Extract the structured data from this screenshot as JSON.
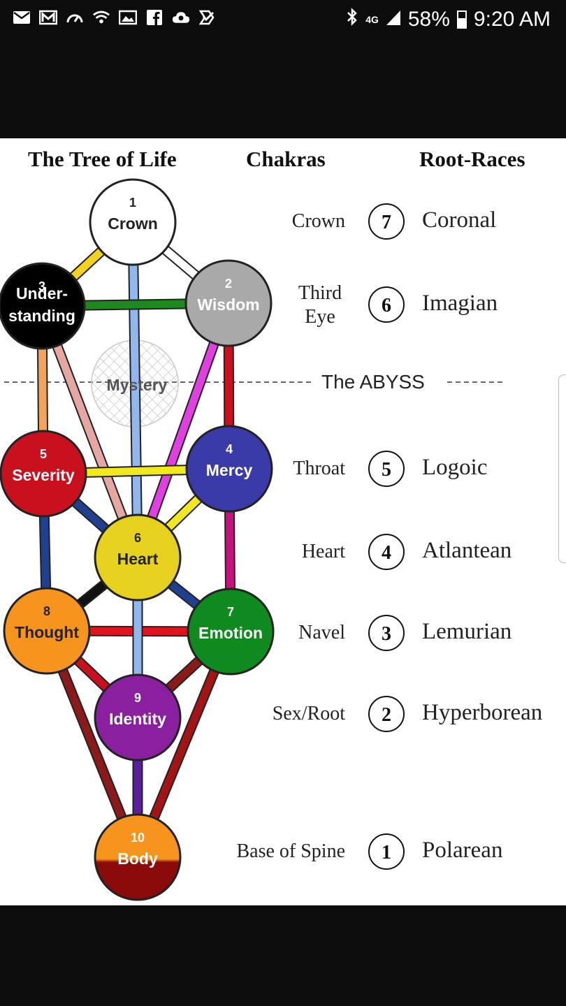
{
  "status_bar": {
    "left_icons": [
      "mail-icon",
      "gmail-icon",
      "speedometer-icon",
      "wifi-icon",
      "image-icon",
      "facebook-icon",
      "cloud-icon",
      "check-icon"
    ],
    "network": "4G",
    "battery": "58%",
    "battery_level": 0.58,
    "time": "9:20 AM"
  },
  "diagram": {
    "headers": {
      "tree": "The Tree of Life",
      "chakras": "Chakras",
      "races": "Root-Races"
    },
    "sephiroth": [
      {
        "num": "1",
        "lines": [
          "Crown"
        ],
        "color": "#ffffff",
        "text_color": "#222222"
      },
      {
        "num": "2",
        "lines": [
          "Wisdom"
        ],
        "color": "#a9a9a9",
        "text_color": "#ffffff"
      },
      {
        "num": "3",
        "lines": [
          "Under-",
          "standing"
        ],
        "color": "#000000",
        "text_color": "#ffffff"
      },
      {
        "num": "5",
        "lines": [
          "Severity"
        ],
        "color": "#c8101e",
        "text_color": "#ffffff"
      },
      {
        "num": "4",
        "lines": [
          "Mercy"
        ],
        "color": "#3a3aa8",
        "text_color": "#ffffff"
      },
      {
        "num": "6",
        "lines": [
          "Heart"
        ],
        "color": "#e6d21e",
        "text_color": "#222222"
      },
      {
        "num": "8",
        "lines": [
          "Thought"
        ],
        "color": "#f7941d",
        "text_color": "#222222"
      },
      {
        "num": "7",
        "lines": [
          "Emotion"
        ],
        "color": "#0f8a1e",
        "text_color": "#ffffff"
      },
      {
        "num": "9",
        "lines": [
          "Identity"
        ],
        "color": "#8a1fa0",
        "text_color": "#ffffff"
      },
      {
        "num": "10",
        "lines": [
          "Body"
        ],
        "color": "#f7941d",
        "color_bottom": "#8b0a0a",
        "text_color": "#ffffff"
      }
    ],
    "mystery": "Mystery",
    "abyss_label": "The ABYSS",
    "rows": [
      {
        "chakra": [
          "Crown"
        ],
        "num": "7",
        "race": "Coronal"
      },
      {
        "chakra": [
          "Third",
          "Eye"
        ],
        "num": "6",
        "race": "Imagian"
      },
      {
        "chakra": [
          "Throat"
        ],
        "num": "5",
        "race": "Logoic"
      },
      {
        "chakra": [
          "Heart"
        ],
        "num": "4",
        "race": "Atlantean"
      },
      {
        "chakra": [
          "Navel"
        ],
        "num": "3",
        "race": "Lemurian"
      },
      {
        "chakra": [
          "Sex/Root"
        ],
        "num": "2",
        "race": "Hyperborean"
      },
      {
        "chakra": [
          "Base of Spine"
        ],
        "num": "1",
        "race": "Polarean"
      }
    ]
  }
}
